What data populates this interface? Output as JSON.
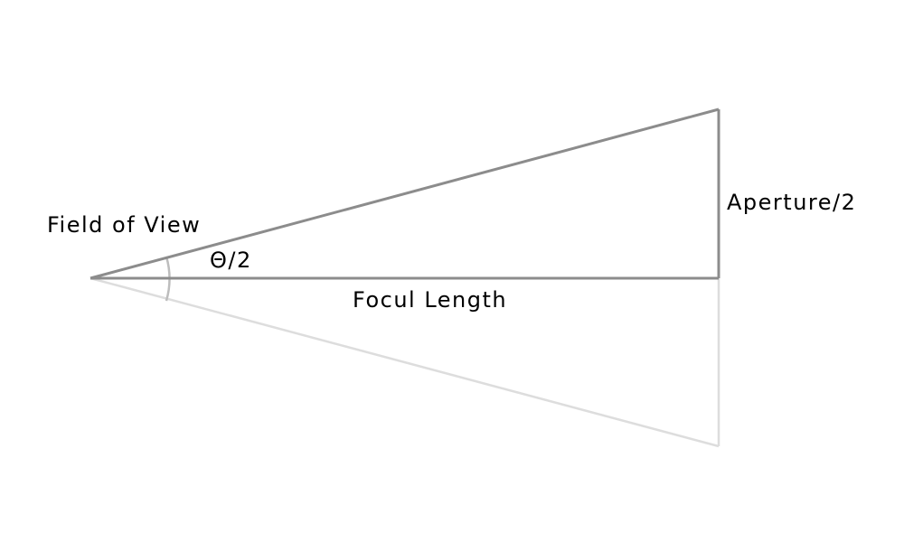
{
  "labels": {
    "field_of_view": "Field of View",
    "half_angle": "Θ/2",
    "aperture_half": "Aperture/2",
    "focal_length": "Focul Length"
  },
  "colors": {
    "primary_line": "#8c8c8c",
    "faded_line": "#dddddd",
    "angle_arc": "#bdbdbd",
    "text": "#000000"
  }
}
